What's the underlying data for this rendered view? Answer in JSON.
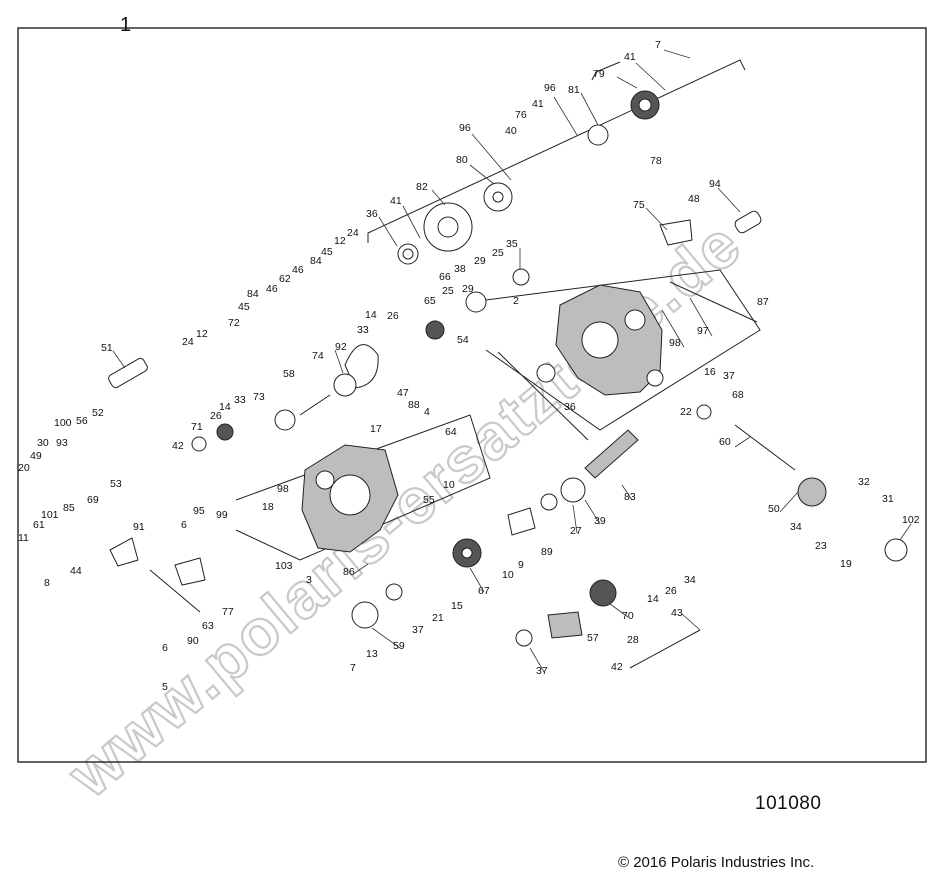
{
  "diagram": {
    "title_number": "1",
    "diagram_number": "101080",
    "copyright": "© 2016 Polaris Industries Inc.",
    "watermark": "www.polaris-ersatzteile.de",
    "colors": {
      "line": "#222222",
      "background": "#ffffff",
      "watermark_outline": "#c9c9c9"
    },
    "callouts": [
      "7",
      "79",
      "41",
      "96",
      "81",
      "76",
      "41",
      "40",
      "96",
      "78",
      "80",
      "82",
      "41",
      "36",
      "24",
      "12",
      "45",
      "84",
      "46",
      "62",
      "46",
      "84",
      "45",
      "72",
      "12",
      "24",
      "94",
      "48",
      "75",
      "35",
      "25",
      "29",
      "38",
      "66",
      "29",
      "25",
      "65",
      "26",
      "14",
      "33",
      "2",
      "87",
      "51",
      "92",
      "74",
      "58",
      "54",
      "47",
      "88",
      "4",
      "98",
      "97",
      "36",
      "16",
      "37",
      "68",
      "22",
      "73",
      "33",
      "14",
      "26",
      "71",
      "42",
      "64",
      "17",
      "60",
      "100",
      "56",
      "52",
      "30",
      "93",
      "49",
      "20",
      "55",
      "10",
      "83",
      "98",
      "18",
      "53",
      "69",
      "101",
      "85",
      "61",
      "11",
      "95",
      "6",
      "99",
      "91",
      "44",
      "8",
      "27",
      "89",
      "39",
      "32",
      "31",
      "50",
      "34",
      "102",
      "23",
      "19",
      "103",
      "3",
      "86",
      "10",
      "9",
      "67",
      "34",
      "26",
      "14",
      "63",
      "77",
      "90",
      "6",
      "5",
      "37",
      "21",
      "15",
      "70",
      "43",
      "57",
      "28",
      "7",
      "13",
      "59",
      "37",
      "42"
    ]
  }
}
